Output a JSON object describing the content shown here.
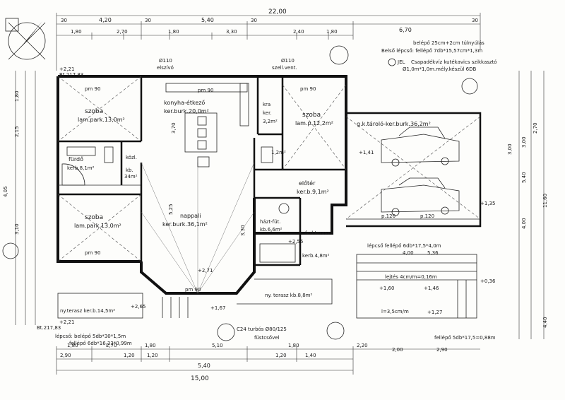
{
  "rooms": {
    "szoba1": {
      "name": "szoba",
      "floor": "lam.park.13,0m²"
    },
    "furdo": {
      "name": "fürdő",
      "floor": "kerb.8,1m²"
    },
    "kozl": {
      "name": "közl.",
      "extra": "kb.",
      "area": "34m²"
    },
    "szoba2": {
      "name": "szoba",
      "floor": "lam.park.13,0m²"
    },
    "konyha": {
      "name": "konyha-étkező",
      "floor": "ker.burk.20,0m²"
    },
    "kamra": {
      "name": "kra",
      "floor": "ker.",
      "area": "3,2m²"
    },
    "szoba3": {
      "name": "szoba",
      "floor": "lam.p.12,2m²"
    },
    "wc": {
      "name": "1,2m²"
    },
    "eloter": {
      "name": "előtér",
      "floor": "ker.b.9,1m²"
    },
    "nappali": {
      "name": "nappali",
      "floor": "ker.burk.36,1m²"
    },
    "haztfut": {
      "name": "házt-füt.",
      "floor": "kb.6,6m²"
    },
    "fedterasz": {
      "name": "fed.terasz",
      "floor": "kerb.4,8m²"
    },
    "garage": {
      "name": "g.k.tároló-ker.burk.36,2m²"
    },
    "nyterasz1": {
      "name": "ny.terasz ker.b.14,5m²"
    },
    "nyterasz2": {
      "name": "ny. terasz kb.8,8m²"
    }
  },
  "notes": {
    "belepo": "belépő 25cm+2cm túlnyúlás",
    "belso_lepcso": "Belső lépcső: fellépő 7db*15,57cm*1,3m",
    "jel": "JEL",
    "csapadek": "Csapadékvíz kutékavics szikkasztó",
    "csapadek2": "Ø1,0m*1,0m.mély.készül 6DB",
    "lepcso_bottom": "lépcső: belépő 5db*30*1,5m",
    "fellepo_bottom": "fellépő 6db*16,33*0,99m",
    "kemeny": "C24 turbós Ø80/125",
    "kemeny2": "füstcsővel",
    "lepcso_right": "lépcső fellépő 6db*17,5*4,0m",
    "lejtes": "lejtés 4cm/m=0,16m",
    "slope": "l=3,5cm/m",
    "fellepo_right": "fellépő 5db*17,5=0,88m",
    "elsziv": "elszívó",
    "szellvent": "szell.vent.",
    "phi110a": "Ø110",
    "phi110b": "Ø110",
    "bt1": "Bt.217,83",
    "bt2": "Bt.217,83",
    "pm90": "pm 90",
    "p120": "p.120"
  },
  "dims": {
    "top_total": "22,00",
    "top_a": "30",
    "top_b": "4,20",
    "top_c": "30",
    "top_d": "5,40",
    "top_e": "30",
    "top_f": "6,70",
    "top_g": "30",
    "r2_a": "1,80",
    "r2_b": "2,70",
    "r2_c": "1,80",
    "r2_d": "3,30",
    "r2_e": "2,40",
    "r2_f": "1,80",
    "bot_a": "1,80",
    "bot_b": "2,70",
    "bot_c": "1,80",
    "bot_d": "5,10",
    "bot_e": "1,80",
    "bot_f": "2,20",
    "bot_g": "2,00",
    "bot_h": "2,90",
    "bot2_a": "2,90",
    "bot2_b": "1,20",
    "bot2_c": "1,20",
    "bot2_d": "5,40",
    "bot2_e": "1,20",
    "bot2_f": "1,40",
    "bot_total": "15,00",
    "right_a": "3,00",
    "right_b": "11,60",
    "right_c": "2,70",
    "right_d": "5,40",
    "right_e": "4,00",
    "right_f": "4,40",
    "left_a": "4,05",
    "left_b": "3,10",
    "left_c": "2,15",
    "left_d": "1,80",
    "lvl1": "+2,21",
    "lvl2": "+2,65",
    "lvl3": "+2,71",
    "lvl4": "+2,55",
    "lvl5": "+1,67",
    "lvl6": "+1,41",
    "lvl7": "+1,35",
    "lvl8": "+1,60",
    "lvl9": "+1,46",
    "lvl10": "+0,36",
    "lvl11": "+1,27",
    "lvl12": "+2,21",
    "mid_a": "5,25",
    "mid_b": "3,30",
    "mid_c": "3,70",
    "mid_d": "3,00",
    "mid_e": "5,36",
    "mid_f": "4,00"
  }
}
